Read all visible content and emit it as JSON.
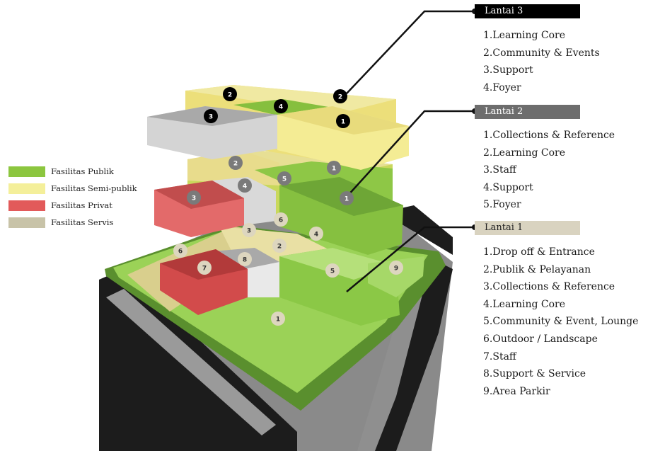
{
  "legend": [
    {
      "label": "Fasilitas Publik",
      "color": "#8cc63f"
    },
    {
      "label": "Fasilitas Semi-publik",
      "color": "#f4ef9a"
    },
    {
      "label": "Fasilitas Privat",
      "color": "#e25a5a"
    },
    {
      "label": "Fasilitas Servis",
      "color": "#c8c3a8"
    }
  ],
  "floors": [
    {
      "title": "Lantai 3",
      "header_color": "#000000",
      "items": [
        "1.Learning Core",
        "2.Community & Events",
        "3.Support",
        "4.Foyer"
      ]
    },
    {
      "title": "Lantai 2",
      "header_color": "#6d6d6d",
      "items": [
        "1.Collections & Reference",
        "2.Learning Core",
        "3.Staff",
        "4.Support",
        "5.Foyer"
      ]
    },
    {
      "title": "Lantai 1",
      "header_color": "#d9d3c0",
      "items": [
        "1.Drop off & Entrance",
        "2.Publik & Pelayanan",
        "3.Collections & Reference",
        "4.Learning Core",
        "5.Community & Event, Lounge",
        "6.Outdoor / Landscape",
        "7.Staff",
        "8.Support & Service",
        "9.Area Parkir"
      ]
    }
  ],
  "markers": {
    "floor3": [
      "2",
      "3",
      "4",
      "2",
      "1"
    ],
    "floor2": [
      "2",
      "5",
      "1",
      "3",
      "4",
      "1"
    ],
    "floor1": [
      "6",
      "3",
      "4",
      "2",
      "6",
      "8",
      "7",
      "5",
      "9",
      "1"
    ]
  }
}
